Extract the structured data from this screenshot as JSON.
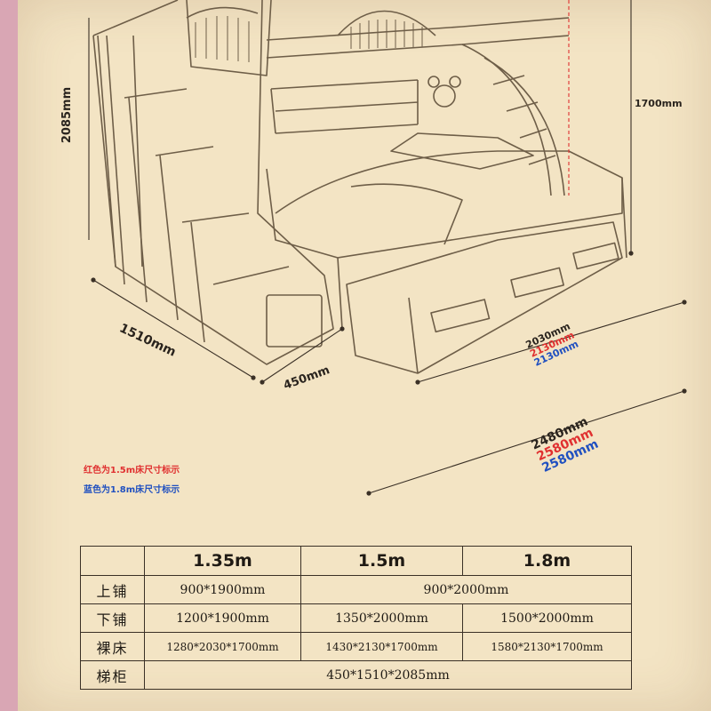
{
  "drawing": {
    "dim_height_total": "2085mm",
    "dim_height_bed": "1700mm",
    "dim_stair_depth": "1510mm",
    "dim_stair_width": "450mm",
    "dim_trundle": {
      "default": "2030mm",
      "red": "2130mm",
      "blue": "2130mm"
    },
    "dim_overall": {
      "default": "2480mm",
      "red": "2580mm",
      "blue": "2580mm"
    }
  },
  "legend": {
    "red_note": "红色为1.5m床尺寸标示",
    "blue_note": "蓝色为1.8m床尺寸标示"
  },
  "colors": {
    "red": "#e03030",
    "blue": "#2050c0",
    "paper": "#f3e4c4",
    "frame": "#d9a6b4"
  },
  "spec_table": {
    "header": [
      "",
      "1.35m",
      "1.5m",
      "1.8m"
    ],
    "rows": [
      {
        "label": "上铺",
        "cells": [
          "900*1900mm",
          "900*2000mm"
        ]
      },
      {
        "label": "下铺",
        "cells": [
          "1200*1900mm",
          "1350*2000mm",
          "1500*2000mm"
        ]
      },
      {
        "label": "裸床",
        "cells": [
          "1280*2030*1700mm",
          "1430*2130*1700mm",
          "1580*2130*1700mm"
        ]
      },
      {
        "label": "梯柜",
        "cells": [
          "450*1510*2085mm"
        ]
      }
    ]
  }
}
